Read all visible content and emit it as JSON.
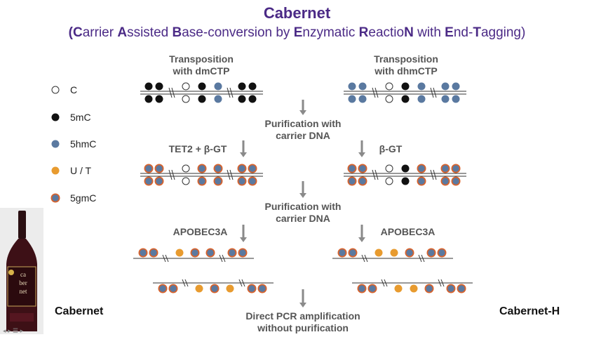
{
  "title": "Cabernet",
  "subtitle_parts": [
    {
      "t": "C",
      "b": true
    },
    {
      "t": "arrier ",
      "b": false
    },
    {
      "t": "A",
      "b": true
    },
    {
      "t": "ssisted ",
      "b": false
    },
    {
      "t": "B",
      "b": true
    },
    {
      "t": "ase-conversion by ",
      "b": false
    },
    {
      "t": "E",
      "b": true
    },
    {
      "t": "nzymatic ",
      "b": false
    },
    {
      "t": "R",
      "b": true
    },
    {
      "t": "eactio",
      "b": false
    },
    {
      "t": "N",
      "b": true
    },
    {
      "t": " with ",
      "b": false
    },
    {
      "t": "E",
      "b": true
    },
    {
      "t": "nd-",
      "b": false
    },
    {
      "t": "T",
      "b": true
    },
    {
      "t": "agging)",
      "b": false
    }
  ],
  "subtitle_prefix": "(",
  "legend": [
    {
      "label": "C",
      "kind": "C"
    },
    {
      "label": "5mC",
      "kind": "M"
    },
    {
      "label": "5hmC",
      "kind": "H"
    },
    {
      "label": "U / T",
      "kind": "U"
    },
    {
      "label": "5gmC",
      "kind": "G"
    }
  ],
  "colors": {
    "title": "#4b2a86",
    "mC": "#111111",
    "hmC": "#5a79a0",
    "uT": "#e89b2f",
    "gmC_ring": "#d9622b",
    "arrow": "#8a8a8a",
    "line": "#333333"
  },
  "steps": {
    "left_transposition": "Transposition\nwith dmCTP",
    "right_transposition": "Transposition\nwith dhmCTP",
    "purification1": "Purification with\ncarrier DNA",
    "left_tet": "TET2 + β-GT",
    "right_bgt": "β-GT",
    "purification2": "Purification with\ncarrier DNA",
    "left_apobec": "APOBEC3A",
    "right_apobec": "APOBEC3A",
    "pcr": "Direct PCR amplification\nwithout purification"
  },
  "methods": {
    "left": "Cabernet",
    "right": "Cabernet-H"
  },
  "bottle_label": "ca\nber\nnet",
  "rows": {
    "L1": {
      "top": [
        "M",
        "M",
        "C",
        "M",
        "H",
        "M",
        "M"
      ],
      "bot": [
        "M",
        "M",
        "C",
        "M",
        "H",
        "M",
        "M"
      ]
    },
    "R1": {
      "top": [
        "H",
        "H",
        "C",
        "M",
        "H",
        "H",
        "H"
      ],
      "bot": [
        "H",
        "H",
        "C",
        "M",
        "H",
        "H",
        "H"
      ]
    },
    "L2": {
      "top": [
        "G",
        "G",
        "C",
        "G",
        "G",
        "G",
        "G"
      ],
      "bot": [
        "G",
        "G",
        "C",
        "G",
        "G",
        "G",
        "G"
      ]
    },
    "R2": {
      "top": [
        "G",
        "G",
        "C",
        "M",
        "G",
        "G",
        "G"
      ],
      "bot": [
        "G",
        "G",
        "C",
        "M",
        "G",
        "G",
        "G"
      ]
    },
    "L3a": [
      "G",
      "G",
      "U",
      "G",
      "G",
      "G",
      "G"
    ],
    "L3b": [
      "G",
      "G",
      "U",
      "G",
      "U",
      "G",
      "G"
    ],
    "R3a": [
      "G",
      "G",
      "U",
      "U",
      "G",
      "G",
      "G"
    ],
    "R3b": [
      "G",
      "G",
      "U",
      "U",
      "G",
      "G",
      "G"
    ]
  }
}
